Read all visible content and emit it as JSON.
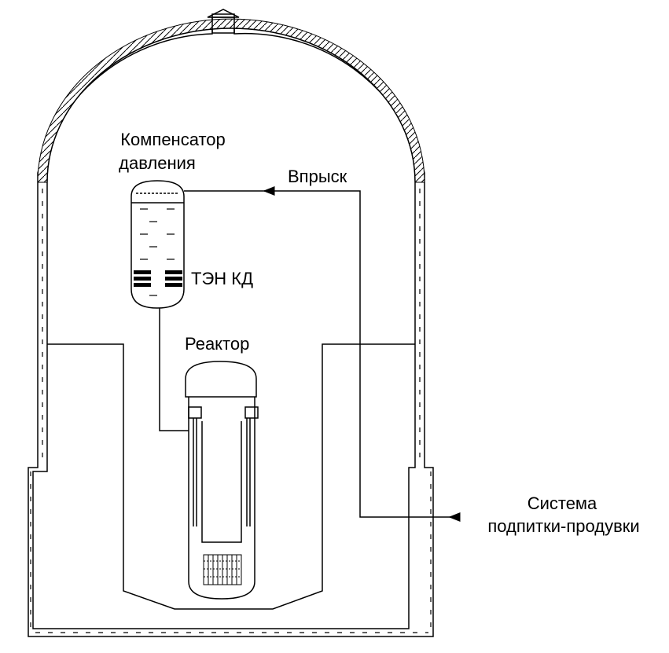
{
  "labels": {
    "pressurizer_line1": "Компенсатор",
    "pressurizer_line2": "давления",
    "injection": "Впрыск",
    "heaters": "ТЭН КД",
    "reactor": "Реактор",
    "makeup_line1": "Система",
    "makeup_line2": "подпитки-продувки"
  },
  "colors": {
    "stroke": "#000000",
    "background": "#ffffff"
  }
}
